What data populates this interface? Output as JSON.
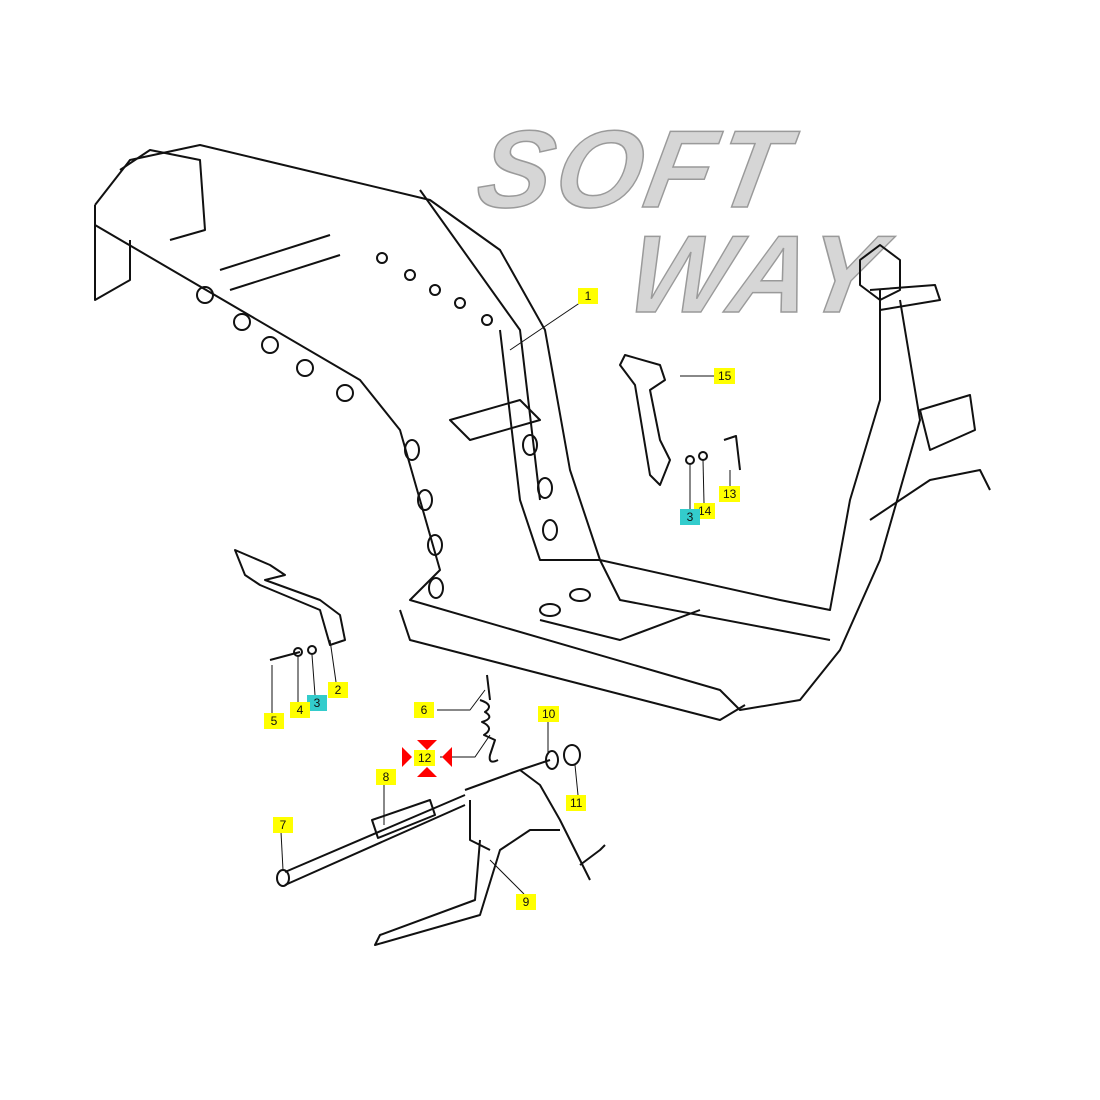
{
  "watermark": {
    "line1": "SOFT",
    "line2": "WAY"
  },
  "callouts": [
    {
      "id": "1",
      "label": "1",
      "color": "#ffff00"
    },
    {
      "id": "2",
      "label": "2",
      "color": "#ffff00"
    },
    {
      "id": "3a",
      "label": "3",
      "color": "#33cccc"
    },
    {
      "id": "3b",
      "label": "3",
      "color": "#33cccc"
    },
    {
      "id": "4",
      "label": "4",
      "color": "#ffff00"
    },
    {
      "id": "5",
      "label": "5",
      "color": "#ffff00"
    },
    {
      "id": "6",
      "label": "6",
      "color": "#ffff00"
    },
    {
      "id": "7",
      "label": "7",
      "color": "#ffff00"
    },
    {
      "id": "8",
      "label": "8",
      "color": "#ffff00"
    },
    {
      "id": "9",
      "label": "9",
      "color": "#ffff00"
    },
    {
      "id": "10",
      "label": "10",
      "color": "#ffff00"
    },
    {
      "id": "11",
      "label": "11",
      "color": "#ffff00"
    },
    {
      "id": "12",
      "label": "12",
      "color": "#ffff00",
      "highlighted": true
    },
    {
      "id": "13",
      "label": "13",
      "color": "#ffff00"
    },
    {
      "id": "14",
      "label": "14",
      "color": "#ffff00"
    },
    {
      "id": "15",
      "label": "15",
      "color": "#ffff00"
    }
  ],
  "highlight_color": "#ff0000"
}
